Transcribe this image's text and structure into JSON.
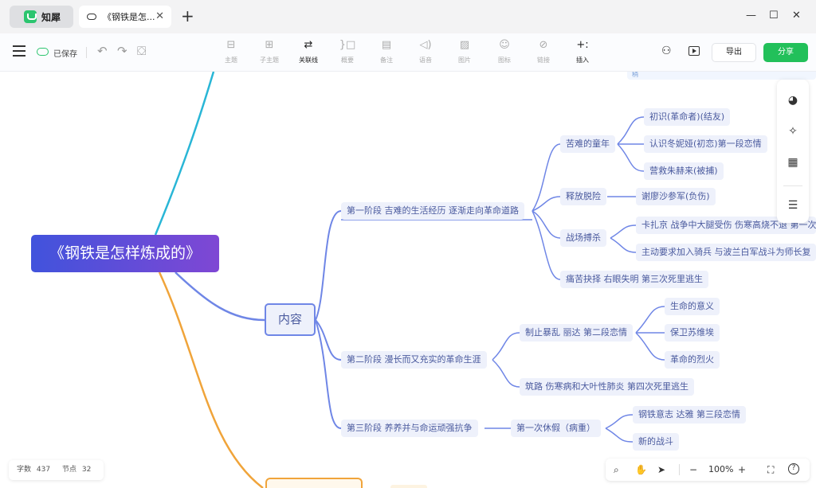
{
  "window": {
    "app_name": "知犀",
    "tab_title": "《钢铁是怎...",
    "tab_close": "✕",
    "new_tab": "+",
    "minimize": "—",
    "maximize": "☐",
    "close": "✕"
  },
  "toolbar": {
    "saved_label": "已保存",
    "tools": [
      {
        "label": "主题",
        "icon": "⊟"
      },
      {
        "label": "子主题",
        "icon": "⊞"
      },
      {
        "label": "关联线",
        "icon": "⇄"
      },
      {
        "label": "概要",
        "icon": "}□"
      },
      {
        "label": "备注",
        "icon": "▤"
      },
      {
        "label": "语音",
        "icon": "◁)"
      },
      {
        "label": "图片",
        "icon": "▨"
      },
      {
        "label": "图标",
        "icon": "☺"
      },
      {
        "label": "链接",
        "icon": "⊘"
      },
      {
        "label": "插入",
        "icon": "+:"
      }
    ],
    "export_label": "导出",
    "share_label": "分享"
  },
  "mindmap": {
    "root": "《钢铁是怎样炼成的》",
    "content": "内容",
    "top_right_text": "稍",
    "stage1": "第一阶段 吉难的生活经历 逐渐走向革命道路",
    "childhood": "苦难的童年",
    "childhood_items": [
      "初识(革命者)(结友)",
      "认识冬妮娅(初恋)第一段恋情",
      "营救朱赫来(被捕)"
    ],
    "escape": "释放脱险",
    "escape_item": "谢廖沙参军(负伤)",
    "battle": "战场搏杀",
    "battle_items": [
      "卡扎京 战争中大腿受伤 伤寒高烧不退 第一次",
      "主动要求加入骑兵 与波兰白军战斗为师长复"
    ],
    "painful": "痛苦抉择 右眼失明 第三次死里逃生",
    "stage2": "第二阶段 漫长而又充实的革命生涯",
    "riot": "制止暴乱 丽达 第二段恋情",
    "riot_items": [
      "生命的意义",
      "保卫苏维埃",
      "革命的烈火"
    ],
    "road": "筑路 伤寒病和大叶性肺炎 第四次死里逃生",
    "stage3": "第三阶段 养养并与命运顽强抗争",
    "leave": "第一次休假（病重）",
    "leave_items": [
      "钢铁意志 达雅 第三段恋情",
      "新的战斗"
    ]
  },
  "right_panel": {
    "icons": [
      "palette-icon",
      "sparkle-icon",
      "layout-icon",
      "outline-list-icon"
    ]
  },
  "status": {
    "word_label": "字数",
    "word_count": "437",
    "node_label": "节点",
    "node_count": "32"
  },
  "zoom": {
    "level": "100%",
    "minus": "−",
    "plus": "+",
    "help": "?"
  },
  "colors": {
    "accent_green": "#22c05a",
    "branch_blue": "#6f86e6",
    "branch_cyan": "#29b6d6",
    "branch_orange": "#f0a43a",
    "root_gradient_start": "#4153dc",
    "root_gradient_end": "#7f47d4"
  }
}
